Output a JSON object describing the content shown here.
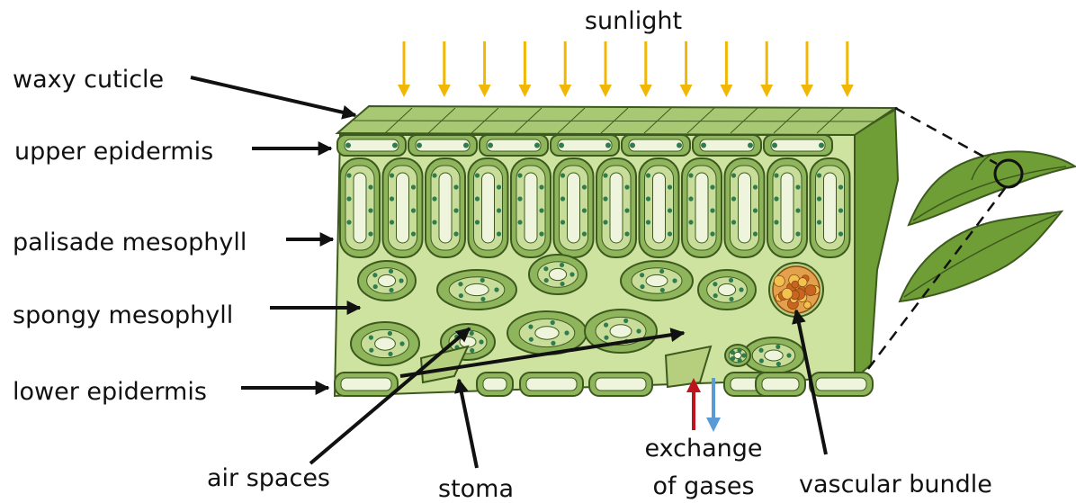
{
  "labels": {
    "sunlight": "sunlight",
    "waxy_cuticle": "waxy cuticle",
    "upper_epidermis": "upper epidermis",
    "palisade_mesophyll": "palisade mesophyll",
    "spongy_mesophyll": "spongy mesophyll",
    "lower_epidermis": "lower epidermis",
    "air_spaces": "air spaces",
    "stoma": "stoma",
    "exchange_line1": "exchange",
    "exchange_line2": "of gases",
    "vascular_bundle": "vascular bundle"
  },
  "colors": {
    "sunlight_arrow": "#f2b705",
    "label_arrow": "#111111",
    "gas_in_arrow": "#c0141c",
    "gas_out_arrow": "#5b9bd5",
    "cell_wall": "#8fb55c",
    "cell_light": "#c9dd9a",
    "tissue_bg": "#cfe3a0",
    "side_face": "#6f9e37",
    "chloroplast": "#2f7d4f",
    "vacuole": "#eef5dc",
    "vascular": "#d9782a",
    "outline": "#3d5a1e"
  },
  "sunlight_arrow_count": 12
}
